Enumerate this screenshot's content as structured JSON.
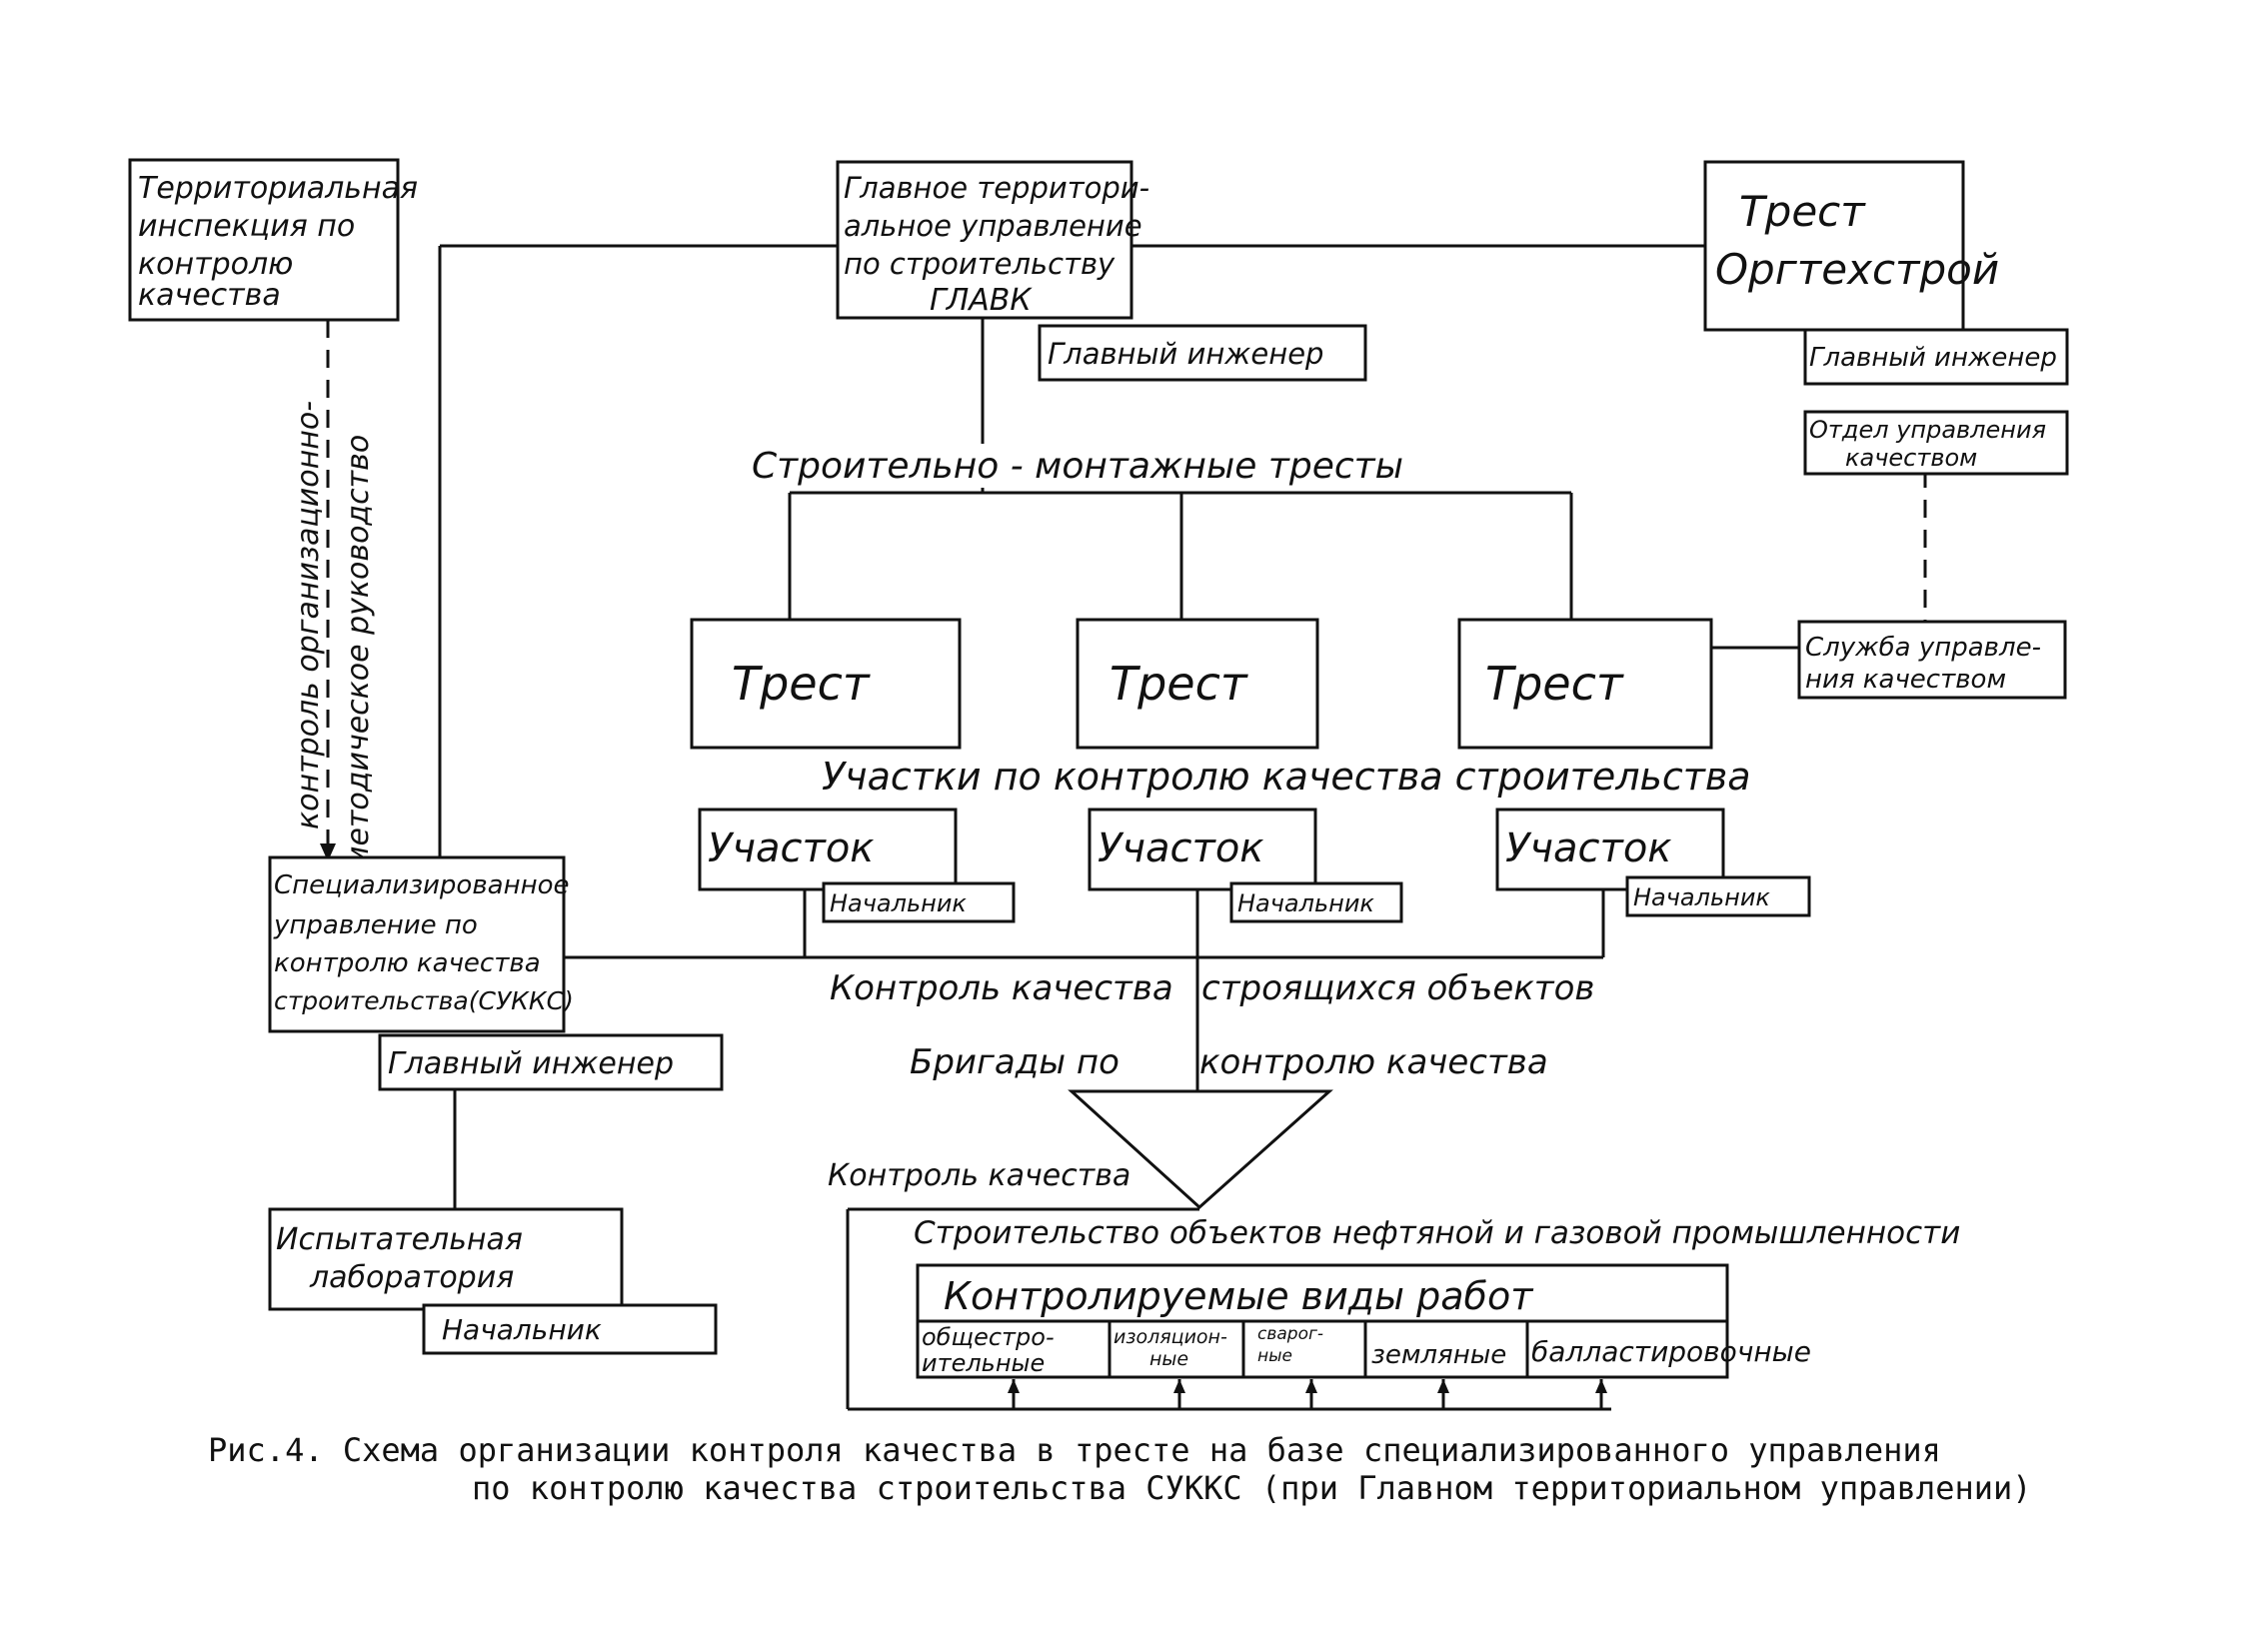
{
  "nodes": {
    "inspection": [
      "Территориальная",
      "инспекция по",
      "контролю",
      "качества"
    ],
    "glavk": [
      "Главное территори-",
      "альное управление",
      "по строительству",
      "ГЛАВК"
    ],
    "glavk_engineer": "Главный инженер",
    "orgtechstroy": [
      "Трест",
      "Оргтехстрой"
    ],
    "orgtech_engineer": "Главный инженер",
    "quality_dept": [
      "Отдел управления",
      "качеством"
    ],
    "quality_service": [
      "Служба управле-",
      "ния качеством"
    ],
    "trusts": [
      "Трест",
      "Трест",
      "Трест"
    ],
    "sections": [
      "Участок",
      "Участок",
      "Участок"
    ],
    "section_heads": [
      "Начальник",
      "Начальник",
      "Начальник"
    ],
    "sukks": [
      "Специализированное",
      "управление по",
      "контролю качества",
      "строительства(СУККС)"
    ],
    "sukks_engineer": "Главный инженер",
    "lab": [
      "Испытательная",
      "лаборатория"
    ],
    "lab_head": "Начальник",
    "construction": "Строительство объектов нефтяной и газовой промышленности",
    "work_types_header": "Контролируемые виды работ",
    "work_types": [
      [
        "общестро-",
        "ительные"
      ],
      [
        "изоляцион-",
        "ные"
      ],
      [
        "сварог-",
        "ные"
      ],
      [
        "земляные"
      ],
      [
        "балластировочные"
      ]
    ]
  },
  "labels": {
    "smt": "Строительно - монтажные тресты",
    "sections_caption": "Участки по контролю качества строительства",
    "control_left": "Контроль качества",
    "control_right": "строящихся объектов",
    "brigades_left": "Бригады по",
    "brigades_right": "контролю качества",
    "control_quality": "Контроль качества",
    "vertical_1": "контроль организационно-",
    "vertical_2": "-методическое руководство"
  },
  "caption": {
    "line1": "Рис.4. Схема организации контроля качества в тресте на базе специализированного управления",
    "line2": "по контролю качества строительства СУККС (при Главном территориальном управлении)"
  }
}
